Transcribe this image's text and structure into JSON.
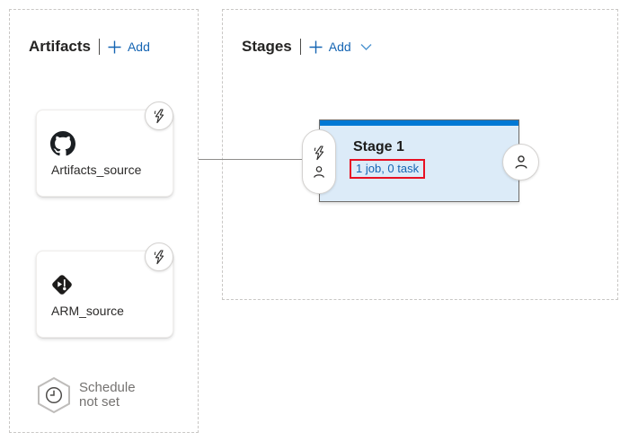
{
  "colors": {
    "accent_blue": "#0078d4",
    "link_blue": "#1565b3",
    "stage_fill": "#dcebf8",
    "annotation_red": "#e81123",
    "text_dark": "#252423",
    "text_gray": "#747270"
  },
  "artifacts_panel": {
    "title": "Artifacts",
    "add_label": "Add",
    "items": [
      {
        "name": "Artifacts_source",
        "icon": "github-icon",
        "badge_icon": "trigger-lightning-icon"
      },
      {
        "name": "ARM_source",
        "icon": "azure-repos-icon",
        "badge_icon": "trigger-lightning-icon"
      }
    ],
    "schedule_label": "Schedule not set",
    "schedule_icon": "clock-hexagon-icon"
  },
  "stages_panel": {
    "title": "Stages",
    "add_label": "Add",
    "stages": [
      {
        "name": "Stage 1",
        "jobs_summary": "1 job, 0 task",
        "jobs_summary_highlighted": true,
        "pre_deploy_icons": [
          "trigger-lightning-icon",
          "person-icon"
        ],
        "post_deploy_icon": "person-icon"
      }
    ]
  }
}
